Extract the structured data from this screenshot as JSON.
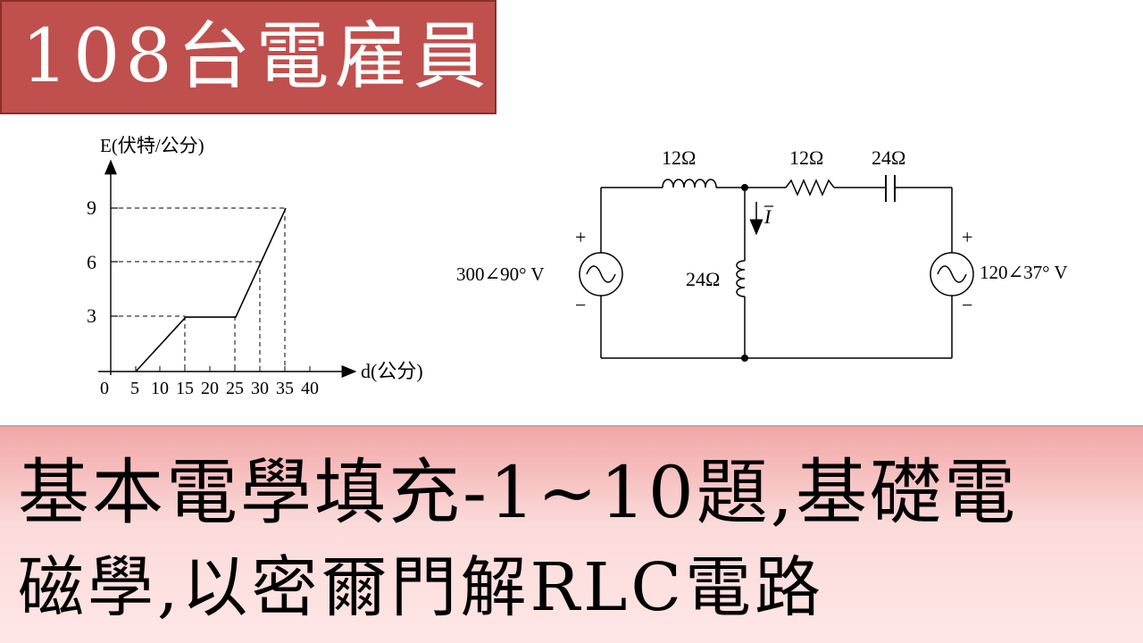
{
  "title": "108台電雇員",
  "graph": {
    "y_axis_label": "E(伏特/公分)",
    "x_axis_label": "d(公分)",
    "y_ticks": [
      "9",
      "6",
      "3"
    ],
    "x_ticks": [
      "0",
      "5",
      "10",
      "15",
      "20",
      "25",
      "30",
      "35",
      "40"
    ],
    "points": [
      [
        5,
        0
      ],
      [
        15,
        3
      ],
      [
        25,
        3
      ],
      [
        35,
        9
      ]
    ]
  },
  "circuit": {
    "inductor1_label": "12Ω",
    "resistor_label": "12Ω",
    "capacitor_label": "24Ω",
    "inductor2_label": "24Ω",
    "current_label": "I",
    "source_left_label": "300∠90° V",
    "source_right_label": "120∠37° V",
    "plus": "+",
    "minus": "−"
  },
  "banner": {
    "line1": "基本電學填充-1~10題,基礎電",
    "line2": "磁學,以密爾門解RLC電路"
  }
}
